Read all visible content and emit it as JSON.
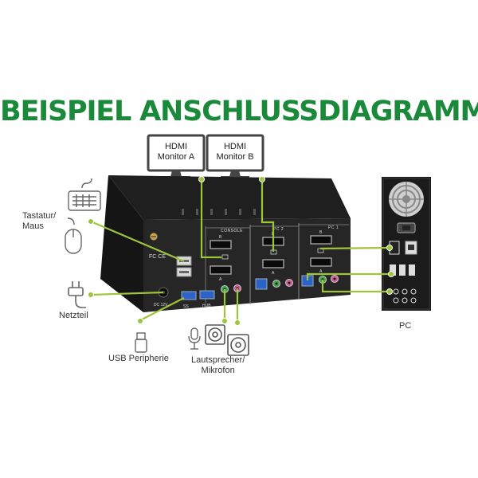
{
  "title": "BEISPIEL ANSCHLUSSDIAGRAMM",
  "monitors": [
    {
      "line1": "HDMI",
      "line2": "Monitor A"
    },
    {
      "line1": "HDMI",
      "line2": "Monitor B"
    }
  ],
  "labels": {
    "keyboard_mouse_1": "Tastatur/",
    "keyboard_mouse_2": "Maus",
    "power": "Netzteil",
    "usb": "USB Peripherie",
    "audio_1": "Lautsprecher/",
    "audio_2": "Mikrofon",
    "pc": "PC"
  },
  "device_labels": {
    "console": "CONSOLE",
    "pc2": "PC 2",
    "pc1": "PC 1",
    "dc": "DC 12V",
    "hub": "HUB",
    "ss": "SS",
    "port_b": "B",
    "port_a": "A"
  },
  "colors": {
    "title": "#1a8a3a",
    "connector": "#9dc43a",
    "device": "#222222"
  }
}
